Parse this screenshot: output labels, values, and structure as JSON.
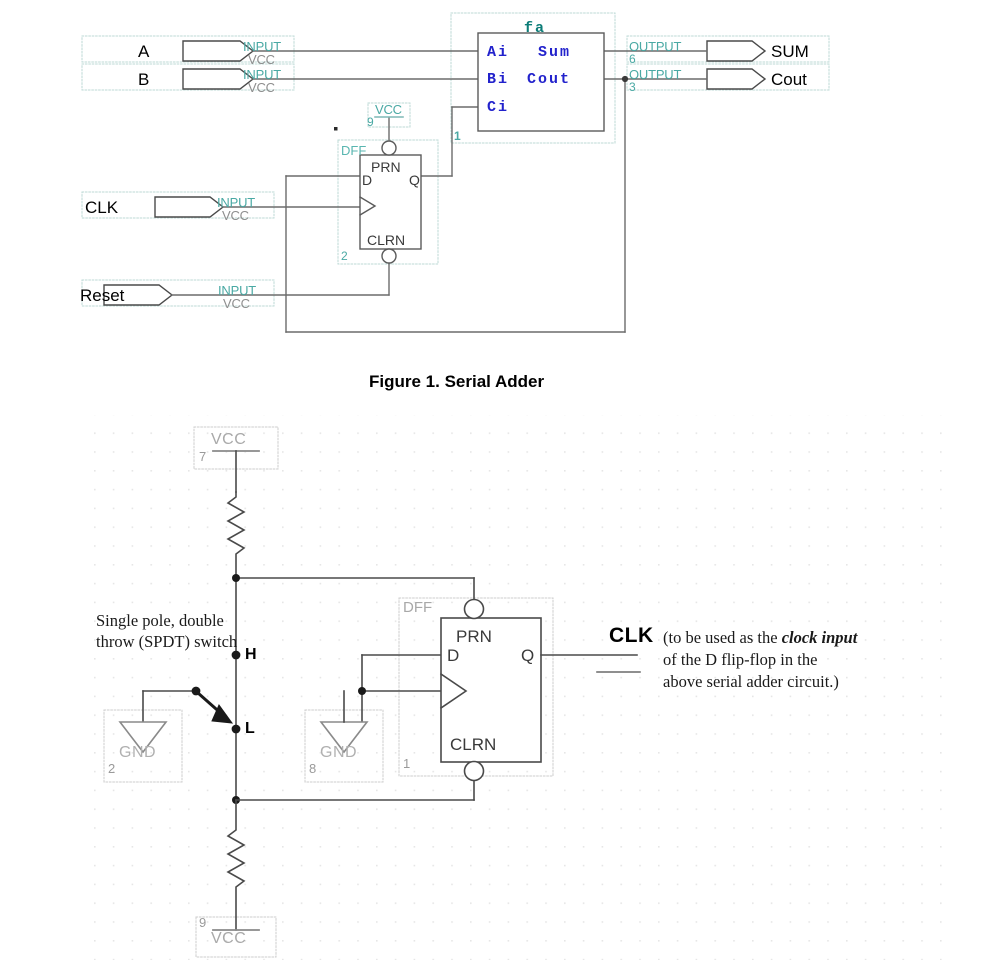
{
  "figure1": {
    "caption": "Figure 1. Serial Adder",
    "inputs": [
      {
        "label": "A",
        "type": "INPUT",
        "default": "VCC"
      },
      {
        "label": "B",
        "type": "INPUT",
        "default": "VCC"
      },
      {
        "label": "CLK",
        "type": "INPUT",
        "default": "VCC"
      },
      {
        "label": "Reset",
        "type": "INPUT",
        "default": "VCC"
      }
    ],
    "outputs": [
      {
        "label": "SUM",
        "type": "OUTPUT",
        "node": "6"
      },
      {
        "label": "Cout",
        "type": "OUTPUT",
        "node": "3"
      }
    ],
    "fa_block": {
      "name": "fa",
      "inputs": [
        "Ai",
        "Bi",
        "Ci"
      ],
      "outputs": [
        "Sum",
        "Cout"
      ]
    },
    "dff_block": {
      "name": "DFF",
      "node": "2",
      "ports": {
        "d": "D",
        "q": "Q",
        "prn": "PRN",
        "clrn": "CLRN"
      }
    },
    "vcc_symbol": {
      "label": "VCC",
      "node": "9"
    },
    "wire_node_label": "1"
  },
  "figure2": {
    "switch_caption": "Single pole, double throw (SPDT) switch",
    "switch_positions": {
      "high": "H",
      "low": "L"
    },
    "top_vcc": {
      "label": "VCC",
      "node": "7"
    },
    "bottom_vcc": {
      "label": "VCC",
      "node": "9"
    },
    "switch_gnd": {
      "label": "GND",
      "node": "2"
    },
    "dff_gnd": {
      "label": "GND",
      "node": "8"
    },
    "dff_block": {
      "name": "DFF",
      "node": "1",
      "ports": {
        "d": "D",
        "q": "Q",
        "prn": "PRN",
        "clrn": "CLRN"
      }
    },
    "clk_label": "CLK",
    "clk_note_line1_pre": "(to be used as the ",
    "clk_note_emph": "clock input",
    "clk_note_line2": "of the D flip-flop in the",
    "clk_note_line3": "above serial adder circuit.)"
  },
  "colors": {
    "wire": "#5a5a5a",
    "teal": "#4aa9a4",
    "port_blue": "#2222cc",
    "fa_name": "#0d7d78",
    "grey_symbol": "#a9a9a9"
  }
}
